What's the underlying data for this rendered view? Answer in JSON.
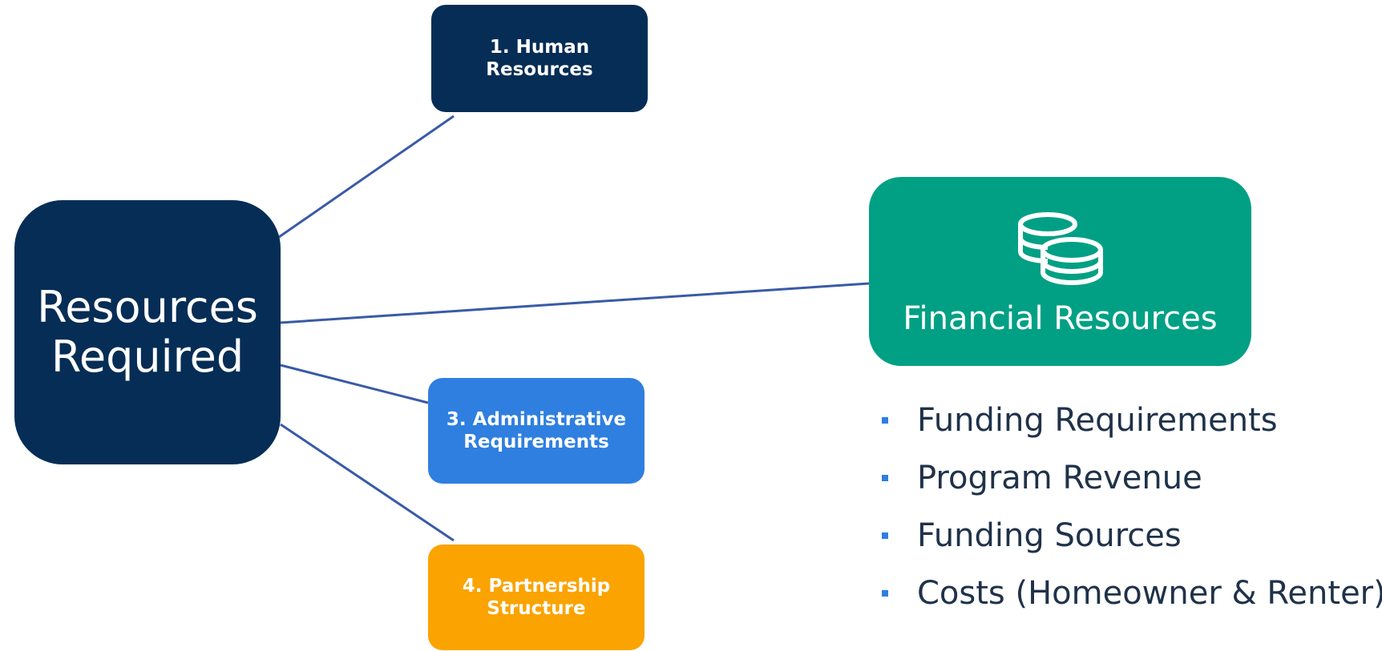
{
  "central": {
    "label": "Resources\nRequired",
    "color": "#062d55"
  },
  "branches": {
    "human": {
      "label": "1. Human\nResources",
      "color": "#062d55"
    },
    "financial": {
      "label": "Financial Resources",
      "color": "#01a084",
      "icon": "coins-icon"
    },
    "admin": {
      "label": "3. Administrative\nRequirements",
      "color": "#2f7fe0"
    },
    "partner": {
      "label": "4. Partnership\nStructure",
      "color": "#fba300"
    }
  },
  "financial_items": [
    "Funding Requirements",
    "Program Revenue",
    "Funding Sources",
    "Costs (Homeowner & Renter)"
  ],
  "connector_color": "#3a5aa8",
  "bullet_color": "#2f7fe0"
}
